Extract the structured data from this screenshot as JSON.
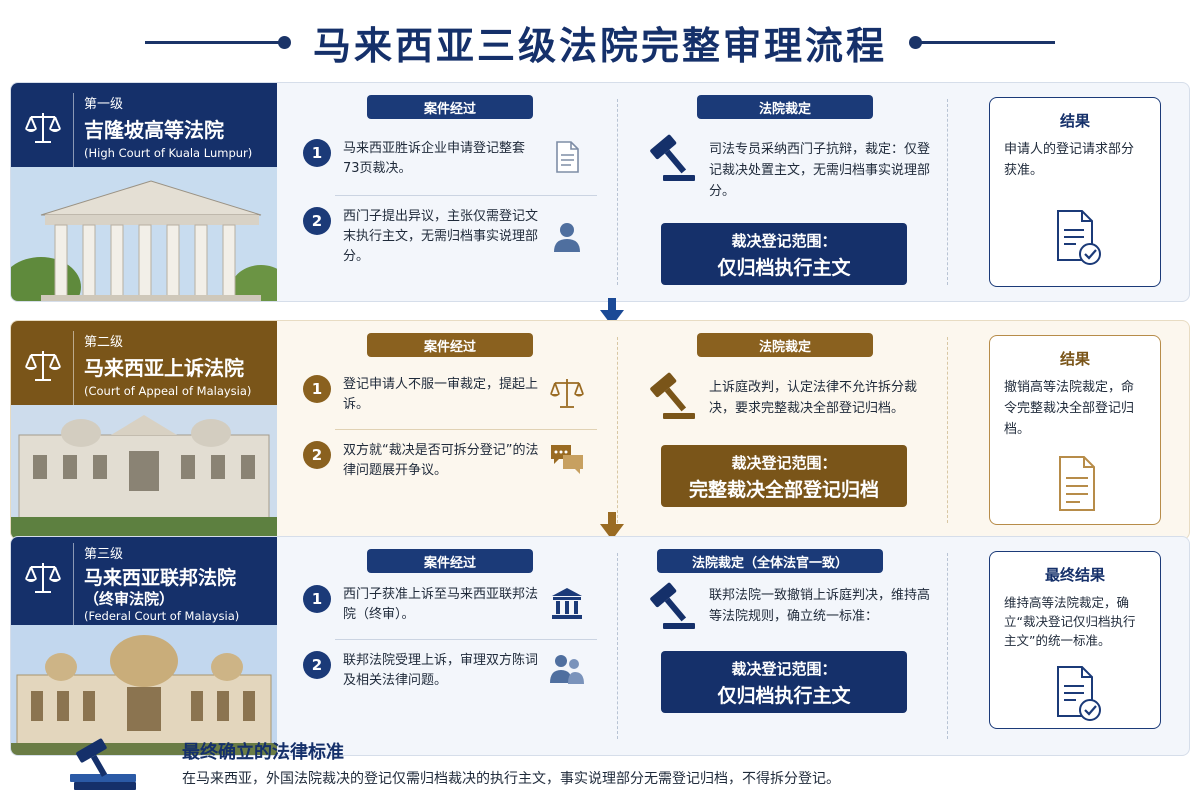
{
  "title": "马来西亚三级法院完整审理流程",
  "colors": {
    "navy": "#15306a",
    "gold": "#7a5519"
  },
  "courts": [
    {
      "level": "第一级",
      "name": "吉隆坡高等法院",
      "name_en": "(High Court of Kuala Lumpur)",
      "process_label": "案件经过",
      "steps": [
        {
          "num": "1",
          "text": "马来西亚胜诉企业申请登记整套73页裁决。",
          "icon": "document-icon"
        },
        {
          "num": "2",
          "text": "西门子提出异议，主张仅需登记文末执行主文，无需归档事实说理部分。",
          "icon": "person-icon"
        }
      ],
      "ruling_label": "法院裁定",
      "ruling_text": "司法专员采纳西门子抗辩，裁定：仅登记裁决处置主文，无需归档事实说理部分。",
      "box_line1": "裁决登记范围：",
      "box_line2": "仅归档执行主文",
      "result_title": "结果",
      "result_text": "申请人的登记请求部分获准。",
      "result_icon": "document-check-icon"
    },
    {
      "level": "第二级",
      "name": "马来西亚上诉法院",
      "name_en": "(Court of Appeal of Malaysia)",
      "process_label": "案件经过",
      "steps": [
        {
          "num": "1",
          "text": "登记申请人不服一审裁定，提起上诉。",
          "icon": "scale-icon"
        },
        {
          "num": "2",
          "text": "双方就“裁决是否可拆分登记”的法律问题展开争议。",
          "icon": "chat-icon"
        }
      ],
      "ruling_label": "法院裁定",
      "ruling_text": "上诉庭改判，认定法律不允许拆分裁决，要求完整裁决全部登记归档。",
      "box_line1": "裁决登记范围：",
      "box_line2": "完整裁决全部登记归档",
      "result_title": "结果",
      "result_text": "撤销高等法院裁定，命令完整裁决全部登记归档。",
      "result_icon": "document-icon"
    },
    {
      "level": "第三级",
      "name": "马来西亚联邦法院",
      "name_sub": "（终审法院）",
      "name_en": "(Federal Court of Malaysia)",
      "process_label": "案件经过",
      "steps": [
        {
          "num": "1",
          "text": "西门子获准上诉至马来西亚联邦法院（终审）。",
          "icon": "courthouse-icon"
        },
        {
          "num": "2",
          "text": "联邦法院受理上诉，审理双方陈词及相关法律问题。",
          "icon": "group-icon"
        }
      ],
      "ruling_label": "法院裁定（全体法官一致）",
      "ruling_text": "联邦法院一致撤销上诉庭判决，维持高等法院规则，确立统一标准：",
      "box_line1": "裁决登记范围：",
      "box_line2": "仅归档执行主文",
      "result_title": "最终结果",
      "result_text": "维持高等法院裁定，确立“裁决登记仅归档执行主文”的统一标准。",
      "result_icon": "document-check-icon"
    }
  ],
  "footer": {
    "title": "最终确立的法律标准",
    "text": "在马来西亚，外国法院裁决的登记仅需归档裁决的执行主文，事实说理部分无需登记归档，不得拆分登记。",
    "icon": "gavel-books-icon"
  }
}
